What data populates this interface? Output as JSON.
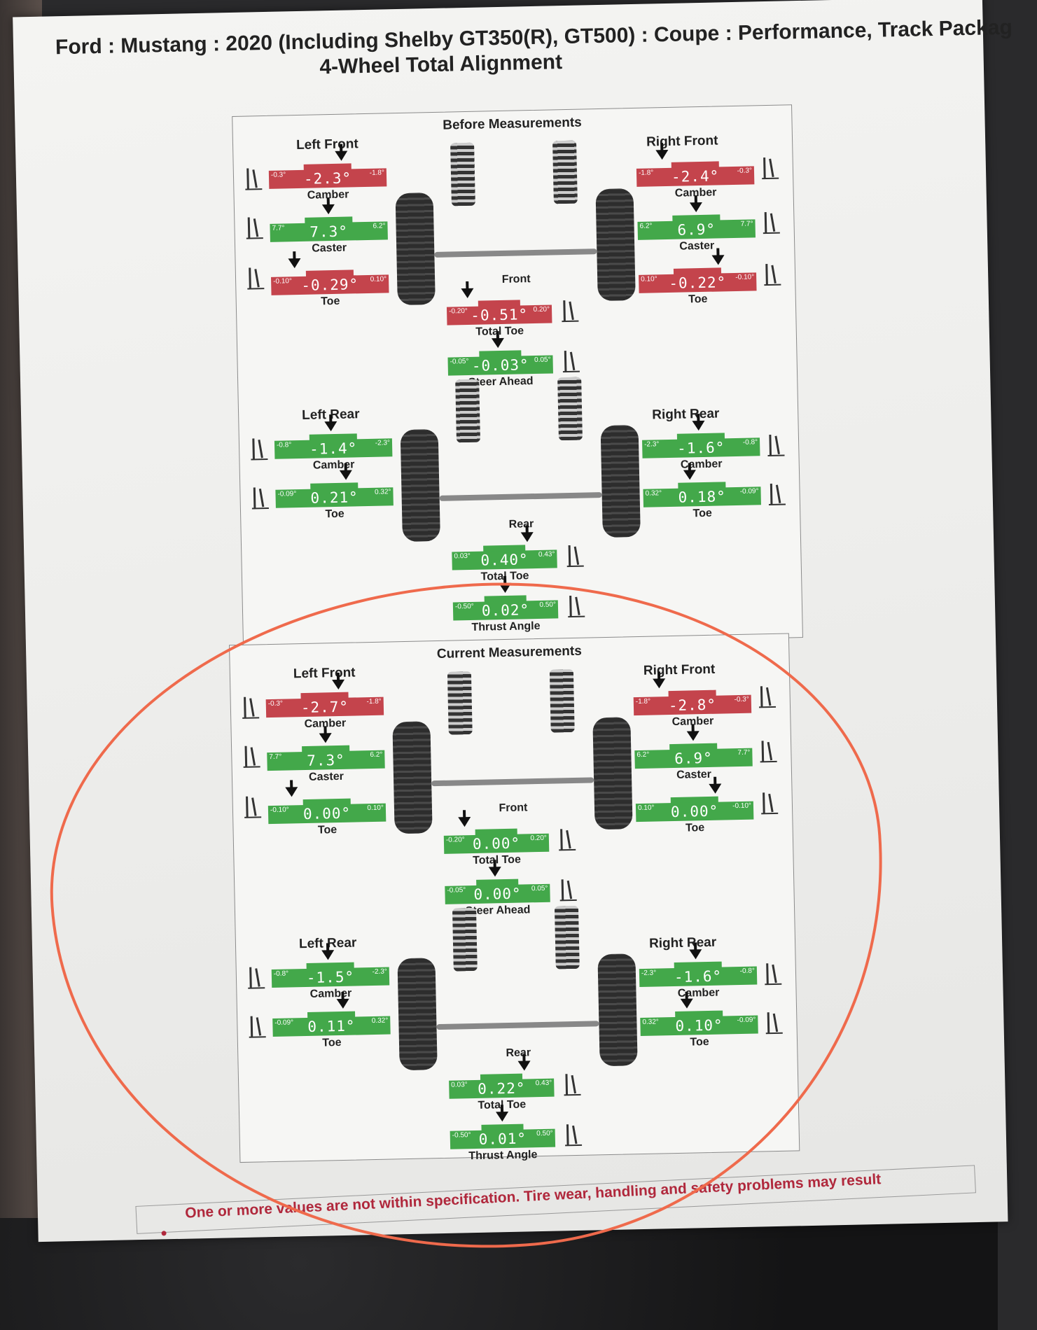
{
  "header": {
    "vehicle": "Ford : Mustang : 2020 (Including Shelby GT350(R), GT500) : Coupe : Performance, Track Packag",
    "title": "4-Wheel Total Alignment"
  },
  "before": {
    "title": "Before Measurements",
    "left_front": {
      "label": "Left Front",
      "camber": {
        "value": "-2.3°",
        "min": "-0.3°",
        "max": "-1.8°",
        "name": "Camber",
        "status": "red"
      },
      "caster": {
        "value": "7.3°",
        "min": "7.7°",
        "max": "6.2°",
        "name": "Caster",
        "status": "green"
      },
      "toe": {
        "value": "-0.29°",
        "min": "-0.10°",
        "max": "0.10°",
        "name": "Toe",
        "status": "red"
      }
    },
    "right_front": {
      "label": "Right Front",
      "camber": {
        "value": "-2.4°",
        "min": "-1.8°",
        "max": "-0.3°",
        "name": "Camber",
        "status": "red"
      },
      "caster": {
        "value": "6.9°",
        "min": "6.2°",
        "max": "7.7°",
        "name": "Caster",
        "status": "green"
      },
      "toe": {
        "value": "-0.22°",
        "min": "0.10°",
        "max": "-0.10°",
        "name": "Toe",
        "status": "red"
      }
    },
    "front": {
      "label": "Front",
      "total_toe": {
        "value": "-0.51°",
        "min": "-0.20°",
        "max": "0.20°",
        "name": "Total Toe",
        "status": "red"
      },
      "steer_ahead": {
        "value": "-0.03°",
        "min": "-0.05°",
        "max": "0.05°",
        "name": "Steer Ahead",
        "status": "green"
      }
    },
    "left_rear": {
      "label": "Left Rear",
      "camber": {
        "value": "-1.4°",
        "min": "-0.8°",
        "max": "-2.3°",
        "name": "Camber",
        "status": "green"
      },
      "toe": {
        "value": "0.21°",
        "min": "-0.09°",
        "max": "0.32°",
        "name": "Toe",
        "status": "green"
      }
    },
    "right_rear": {
      "label": "Right Rear",
      "camber": {
        "value": "-1.6°",
        "min": "-2.3°",
        "max": "-0.8°",
        "name": "Camber",
        "status": "green"
      },
      "toe": {
        "value": "0.18°",
        "min": "0.32°",
        "max": "-0.09°",
        "name": "Toe",
        "status": "green"
      }
    },
    "rear": {
      "label": "Rear",
      "total_toe": {
        "value": "0.40°",
        "min": "0.03°",
        "max": "0.43°",
        "name": "Total Toe",
        "status": "green"
      },
      "thrust_angle": {
        "value": "0.02°",
        "min": "-0.50°",
        "max": "0.50°",
        "name": "Thrust Angle",
        "status": "green"
      }
    }
  },
  "current": {
    "title": "Current Measurements",
    "left_front": {
      "label": "Left Front",
      "camber": {
        "value": "-2.7°",
        "min": "-0.3°",
        "max": "-1.8°",
        "name": "Camber",
        "status": "red"
      },
      "caster": {
        "value": "7.3°",
        "min": "7.7°",
        "max": "6.2°",
        "name": "Caster",
        "status": "green"
      },
      "toe": {
        "value": "0.00°",
        "min": "-0.10°",
        "max": "0.10°",
        "name": "Toe",
        "status": "green"
      }
    },
    "right_front": {
      "label": "Right Front",
      "camber": {
        "value": "-2.8°",
        "min": "-1.8°",
        "max": "-0.3°",
        "name": "Camber",
        "status": "red"
      },
      "caster": {
        "value": "6.9°",
        "min": "6.2°",
        "max": "7.7°",
        "name": "Caster",
        "status": "green"
      },
      "toe": {
        "value": "0.00°",
        "min": "0.10°",
        "max": "-0.10°",
        "name": "Toe",
        "status": "green"
      }
    },
    "front": {
      "label": "Front",
      "total_toe": {
        "value": "0.00°",
        "min": "-0.20°",
        "max": "0.20°",
        "name": "Total Toe",
        "status": "green"
      },
      "steer_ahead": {
        "value": "0.00°",
        "min": "-0.05°",
        "max": "0.05°",
        "name": "Steer Ahead",
        "status": "green"
      }
    },
    "left_rear": {
      "label": "Left Rear",
      "camber": {
        "value": "-1.5°",
        "min": "-0.8°",
        "max": "-2.3°",
        "name": "Camber",
        "status": "green"
      },
      "toe": {
        "value": "0.11°",
        "min": "-0.09°",
        "max": "0.32°",
        "name": "Toe",
        "status": "green"
      }
    },
    "right_rear": {
      "label": "Right Rear",
      "camber": {
        "value": "-1.6°",
        "min": "-2.3°",
        "max": "-0.8°",
        "name": "Camber",
        "status": "green"
      },
      "toe": {
        "value": "0.10°",
        "min": "0.32°",
        "max": "-0.09°",
        "name": "Toe",
        "status": "green"
      }
    },
    "rear": {
      "label": "Rear",
      "total_toe": {
        "value": "0.22°",
        "min": "0.03°",
        "max": "0.43°",
        "name": "Total Toe",
        "status": "green"
      },
      "thrust_angle": {
        "value": "0.01°",
        "min": "-0.50°",
        "max": "0.50°",
        "name": "Thrust Angle",
        "status": "green"
      }
    }
  },
  "warning": "One or more values are not within specification.  Tire wear, handling and safety problems may result",
  "colors": {
    "out_of_spec": "#c4444c",
    "in_spec": "#43a84a",
    "warning_text": "#b0283c",
    "annotation_circle": "#ef6a4c"
  }
}
